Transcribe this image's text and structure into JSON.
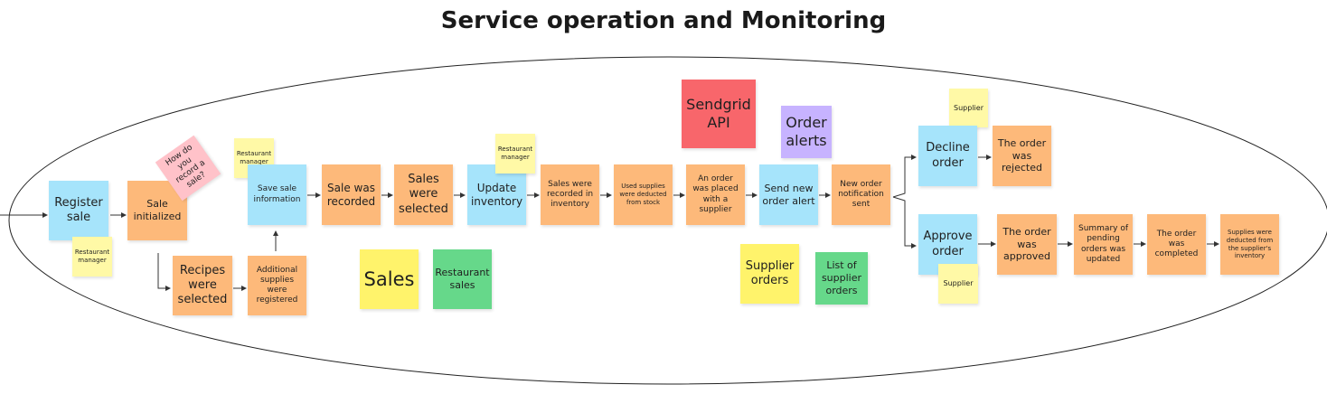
{
  "title": "Service operation and Monitoring",
  "stickies": {
    "register_sale": "Register sale",
    "restaurant_manager_1": "Restaurant manager",
    "sale_initialized": "Sale initialized",
    "how_do_you_record": "How do you record a sale?",
    "restaurant_manager_2": "Restaurant manager",
    "save_sale_information": "Save sale information",
    "recipes_were_selected": "Recipes were selected",
    "additional_supplies_registered": "Additional supplies were registered",
    "sale_was_recorded": "Sale was recorded",
    "sales_were_selected": "Sales were selected",
    "update_inventory": "Update inventory",
    "restaurant_manager_3": "Restaurant manager",
    "sales_recorded_in_inventory": "Sales were recorded in inventory",
    "used_supplies_deducted": "Used supplies were deducted from stock",
    "order_placed_with_supplier": "An order was placed with a supplier",
    "sendgrid_api": "Sendgrid API",
    "order_alerts": "Order alerts",
    "send_new_order_alert": "Send new order alert",
    "new_order_notification_sent": "New order notification sent",
    "sales": "Sales",
    "restaurant_sales": "Restaurant sales",
    "supplier_orders": "Supplier orders",
    "list_of_supplier_orders": "List of supplier orders",
    "supplier_1": "Supplier",
    "decline_order": "Decline order",
    "order_was_rejected": "The order was rejected",
    "approve_order": "Approve order",
    "supplier_2": "Supplier",
    "order_was_approved": "The order was approved",
    "summary_pending_orders_updated": "Summary of pending orders was updated",
    "order_was_completed": "The order was completed",
    "supplies_deducted_supplier_inventory": "Supplies were deducted from the supplier's inventory"
  },
  "colors": {
    "command": "#a6e4fb",
    "event": "#fdb97a",
    "actor": "#fff9a6",
    "question": "#ffc2c9",
    "external_system": "#f8666b",
    "policy": "#c7b3ff",
    "aggregate": "#fff36b",
    "read_model": "#66d88a"
  }
}
